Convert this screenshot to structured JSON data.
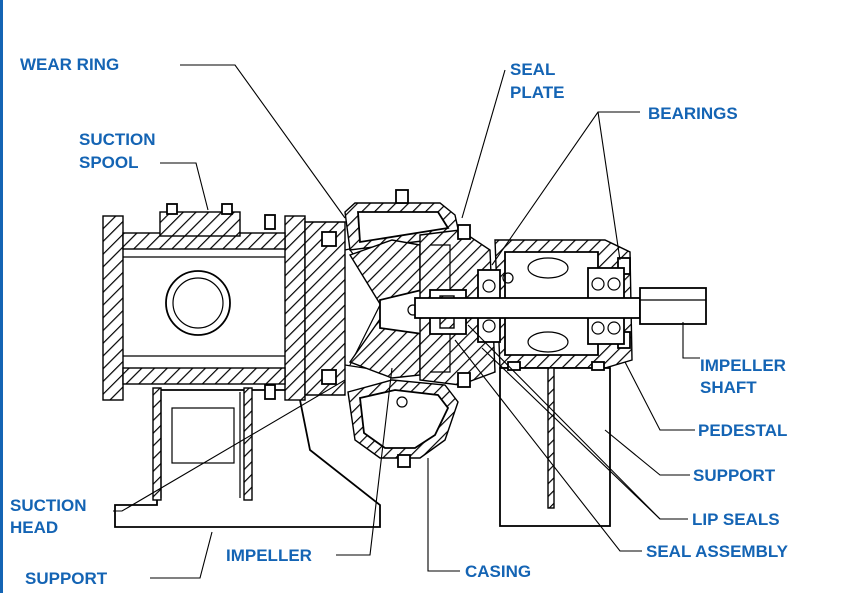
{
  "colors": {
    "label": "#1464b4",
    "line": "#000000",
    "edge": "#1464b4"
  },
  "labels": {
    "wear_ring": "WEAR RING",
    "suction_spool_1": "SUCTION",
    "suction_spool_2": "SPOOL",
    "seal_plate_1": "SEAL",
    "seal_plate_2": "PLATE",
    "bearings": "BEARINGS",
    "impeller_shaft_1": "IMPELLER",
    "impeller_shaft_2": "SHAFT",
    "pedestal": "PEDESTAL",
    "support_right": "SUPPORT",
    "lip_seals": "LIP SEALS",
    "seal_assembly": "SEAL ASSEMBLY",
    "casing": "CASING",
    "impeller": "IMPELLER",
    "suction_head_1": "SUCTION",
    "suction_head_2": "HEAD",
    "support_left": "SUPPORT"
  }
}
